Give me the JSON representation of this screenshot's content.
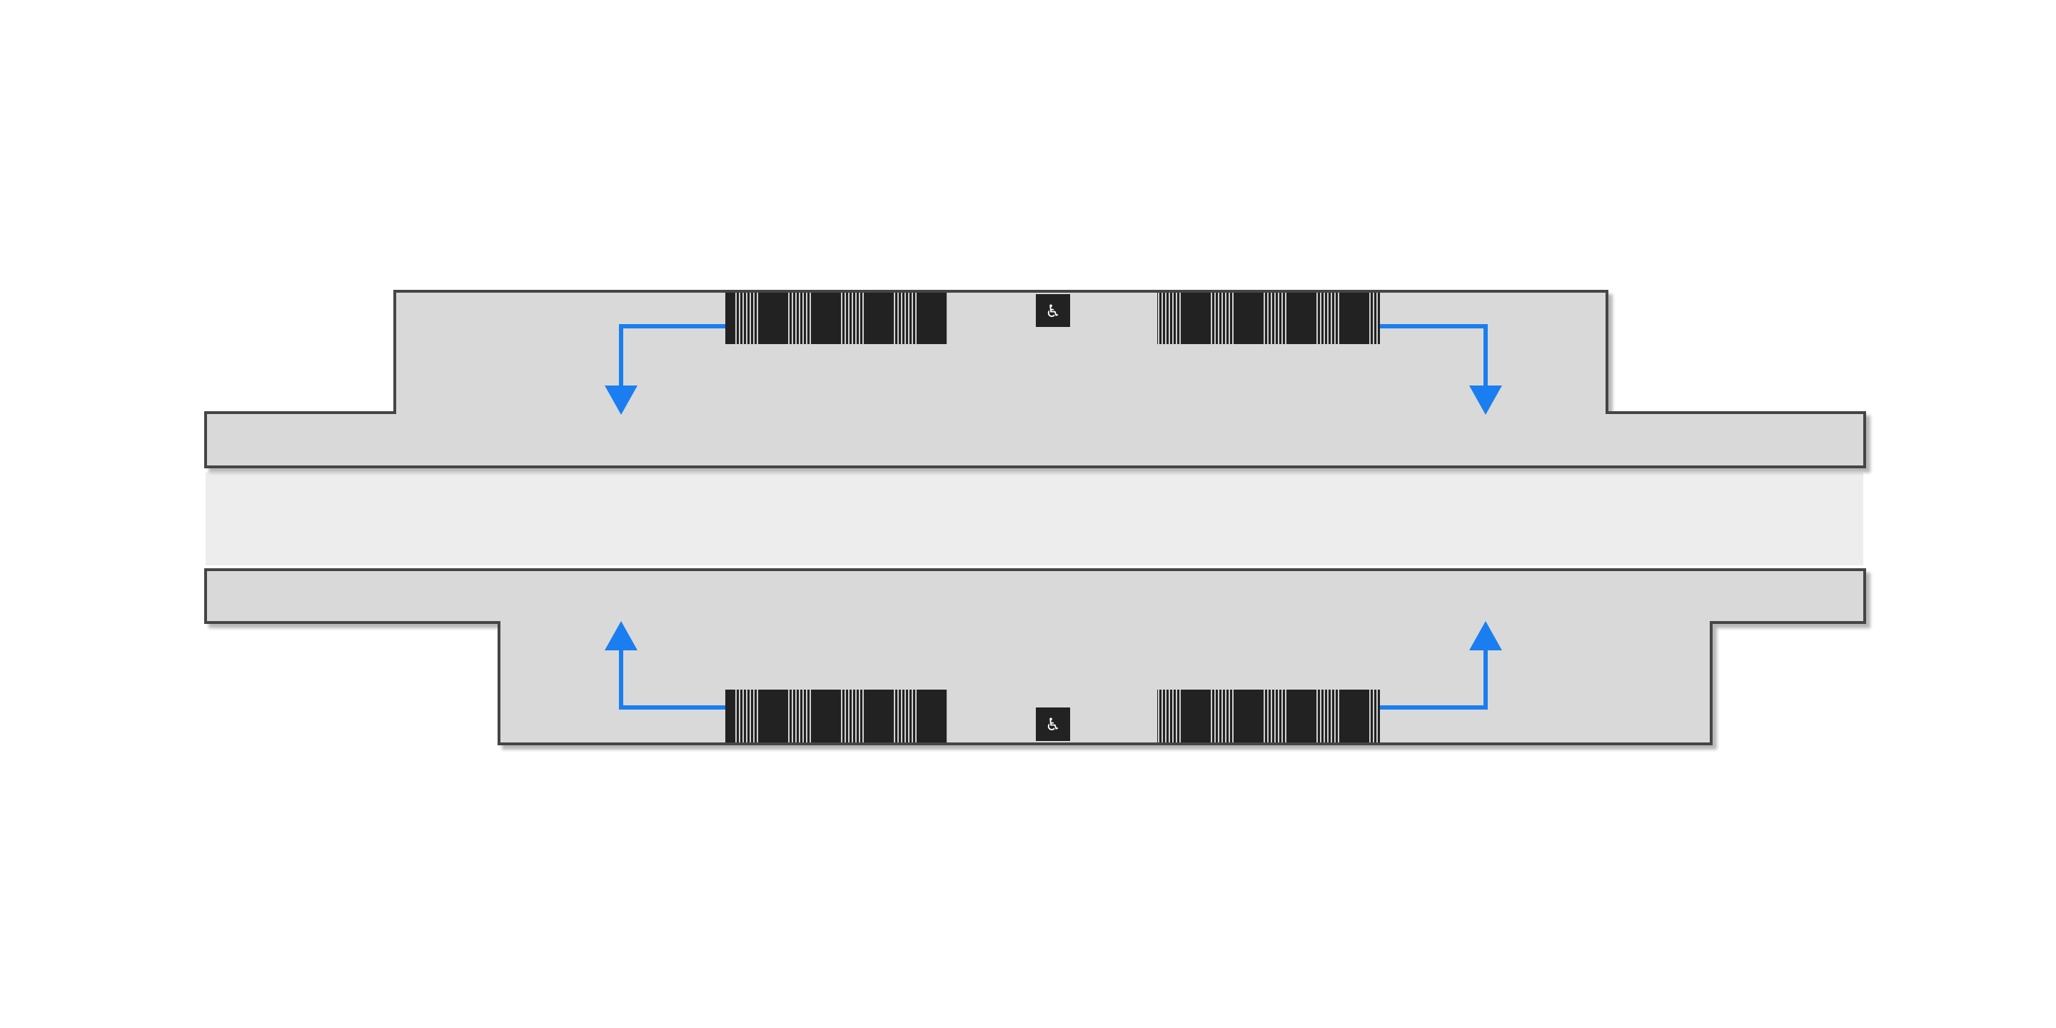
{
  "diagram": {
    "kind": "station-platform-plan",
    "colors": {
      "background": "#ffffff",
      "platform_fill": "#d9d9d9",
      "platform_stroke": "#444444",
      "trackway_fill": "#ededed",
      "stair_fill": "#222222",
      "stair_tread": "#d0d0d0",
      "elevator_fill": "#222222",
      "elevator_icon": "#ffffff",
      "arrow": "#1a7ef0"
    },
    "icons": {
      "elevator_symbol": "♿",
      "elevator_icon_name": "wheelchair-accessible-icon"
    },
    "platforms": [
      {
        "id": "north",
        "stairways": 2,
        "elevators": 1,
        "flow_arrows": 2
      },
      {
        "id": "south",
        "stairways": 2,
        "elevators": 1,
        "flow_arrows": 2
      }
    ]
  }
}
